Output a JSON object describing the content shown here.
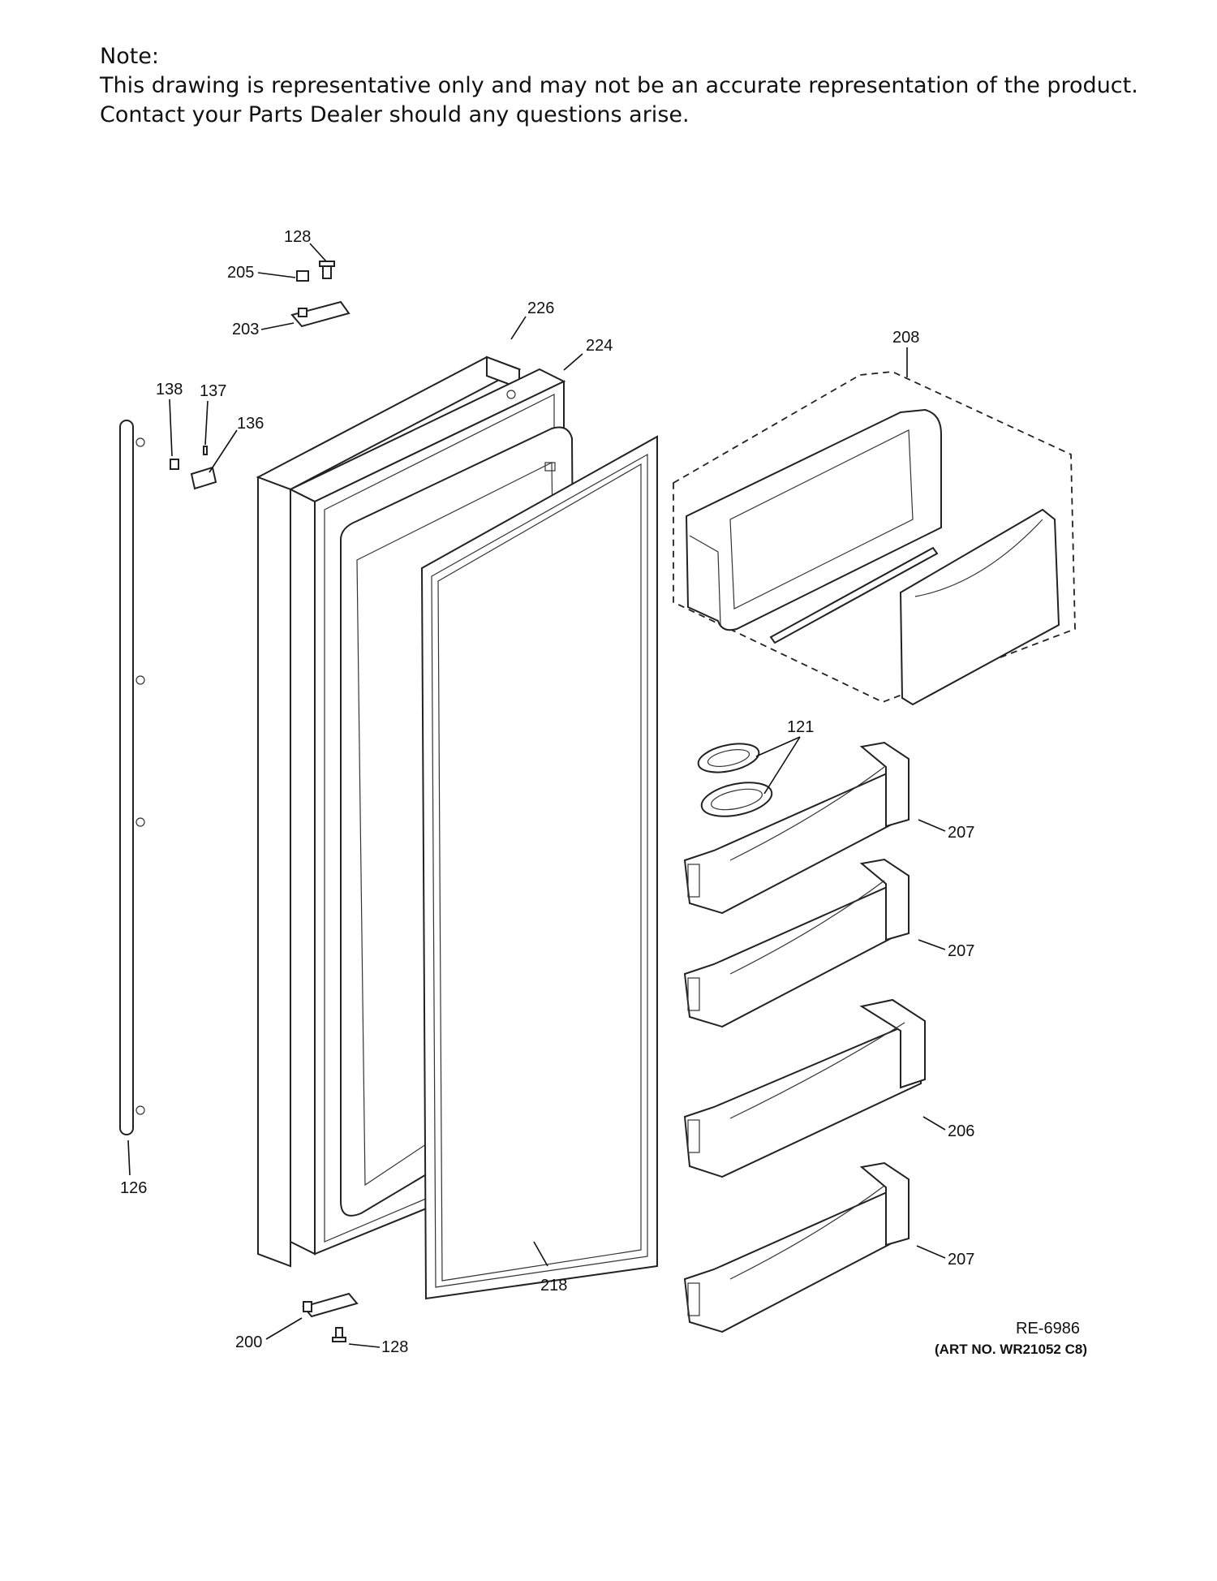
{
  "note": {
    "heading": "Note:",
    "line1": "This drawing is representative only and may not be an accurate representation of the product.",
    "line2": "Contact your Parts Dealer should any questions arise."
  },
  "callouts": {
    "c128_top": "128",
    "c205": "205",
    "c203": "203",
    "c226": "226",
    "c224": "224",
    "c208": "208",
    "c138": "138",
    "c137": "137",
    "c136": "136",
    "c121": "121",
    "c207_a": "207",
    "c207_b": "207",
    "c206": "206",
    "c207_c": "207",
    "c126": "126",
    "c218": "218",
    "c200": "200",
    "c128_bottom": "128"
  },
  "reference": {
    "drawing_id": "RE-6986",
    "art_no": "(ART NO. WR21052 C8)"
  }
}
